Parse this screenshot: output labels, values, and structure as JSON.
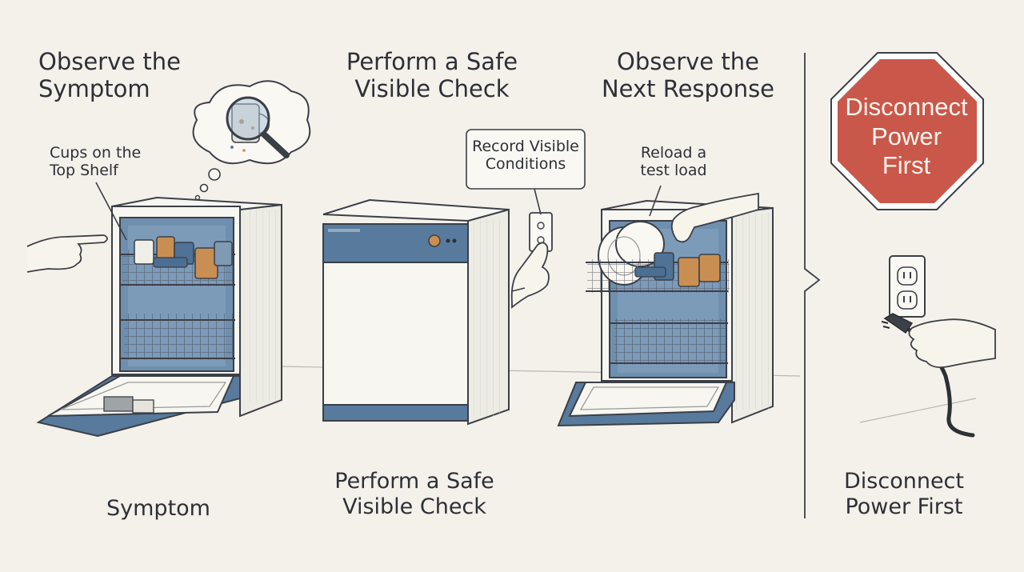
{
  "steps": [
    {
      "heading_line1": "Observe the",
      "heading_line2": "Symptom",
      "callout_line1": "Cups on the",
      "callout_line2": "Top Shelf",
      "caption": "Symptom"
    },
    {
      "heading_line1": "Perform a Safe",
      "heading_line2": "Visible Check",
      "callout_line1": "Record Visible",
      "callout_line2": "Conditions",
      "caption_line1": "Perform a Safe",
      "caption_line2": "Visible Check"
    },
    {
      "heading_line1": "Observe the",
      "heading_line2": "Next Response",
      "callout_line1": "Reload a",
      "callout_line2": "test load"
    }
  ],
  "stop_sign": {
    "line1": "Disconnect",
    "line2": "Power",
    "line3": "First"
  },
  "final_step": {
    "caption_line1": "Disconnect",
    "caption_line2": "Power First"
  },
  "colors": {
    "background": "#f3f1ea",
    "appliance_blue": "#587a9c",
    "interior_blue": "#6f8fae",
    "stop_red": "#c9584a",
    "cup_orange": "#c98f52",
    "ink": "#2e3036"
  }
}
